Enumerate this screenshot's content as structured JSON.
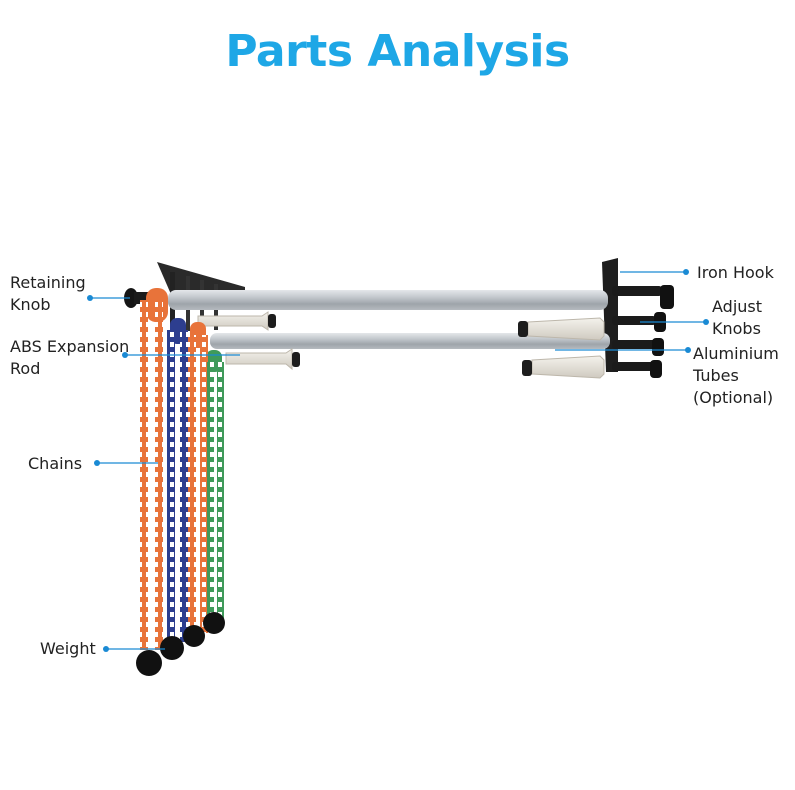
{
  "title": "Parts Analysis",
  "labels": {
    "retaining_knob": [
      "Retaining",
      "Knob"
    ],
    "abs_rod": [
      "ABS Expansion",
      "Rod"
    ],
    "chains": "Chains",
    "weight": "Weight",
    "iron_hook": "Iron Hook",
    "adjust_knobs": [
      "Adjust",
      "Knobs"
    ],
    "aluminium_tubes": [
      "Aluminium",
      "Tubes"
    ],
    "optional": "(Optional)"
  },
  "colors": {
    "title": "#1ea7e6",
    "leader": "#1a8ad4",
    "chain_orange": "#e8733a",
    "chain_blue": "#2d3e8f",
    "chain_green": "#3f9a5a",
    "tube": "#b9bec3"
  }
}
